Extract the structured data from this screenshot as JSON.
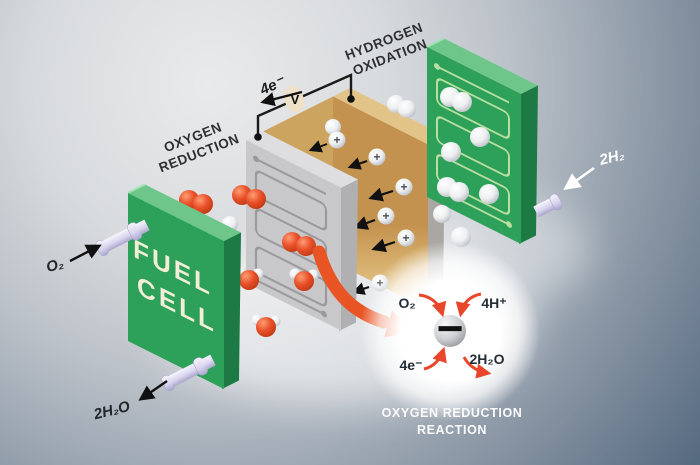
{
  "colors": {
    "plate_green": "#2da05a",
    "plate_green_top": "#6fc68a",
    "plate_green_side": "#1d7a44",
    "membrane_tan": "#c3924e",
    "membrane_top": "#d8b478",
    "flow_plate_gray": "#c8c8ca",
    "accent_orange": "#e85423",
    "inset_arrow_red": "#e8472b",
    "wire_black": "#1a1a1a"
  },
  "labels": {
    "oxygen_reduction": {
      "line1": "OXYGEN",
      "line2": "REDUCTION"
    },
    "hydrogen_oxidation": {
      "line1": "HYDROGEN",
      "line2": "OXIDATION"
    },
    "electron_flow": "4e⁻",
    "voltmeter": "V",
    "oxygen_inlet": "O₂",
    "hydrogen_inlet": "2H₂",
    "water_outlet": "2H₂O",
    "fuel_cell": {
      "line1": "FUEL",
      "line2": "CELL"
    }
  },
  "symbols": {
    "proton": "+",
    "electron_charge": "−"
  },
  "inset": {
    "oxygen": "O₂",
    "protons": "4H⁺",
    "electrons": "4e⁻",
    "water": "2H₂O",
    "caption": {
      "line1": "OXYGEN REDUCTION",
      "line2": "REACTION"
    }
  }
}
